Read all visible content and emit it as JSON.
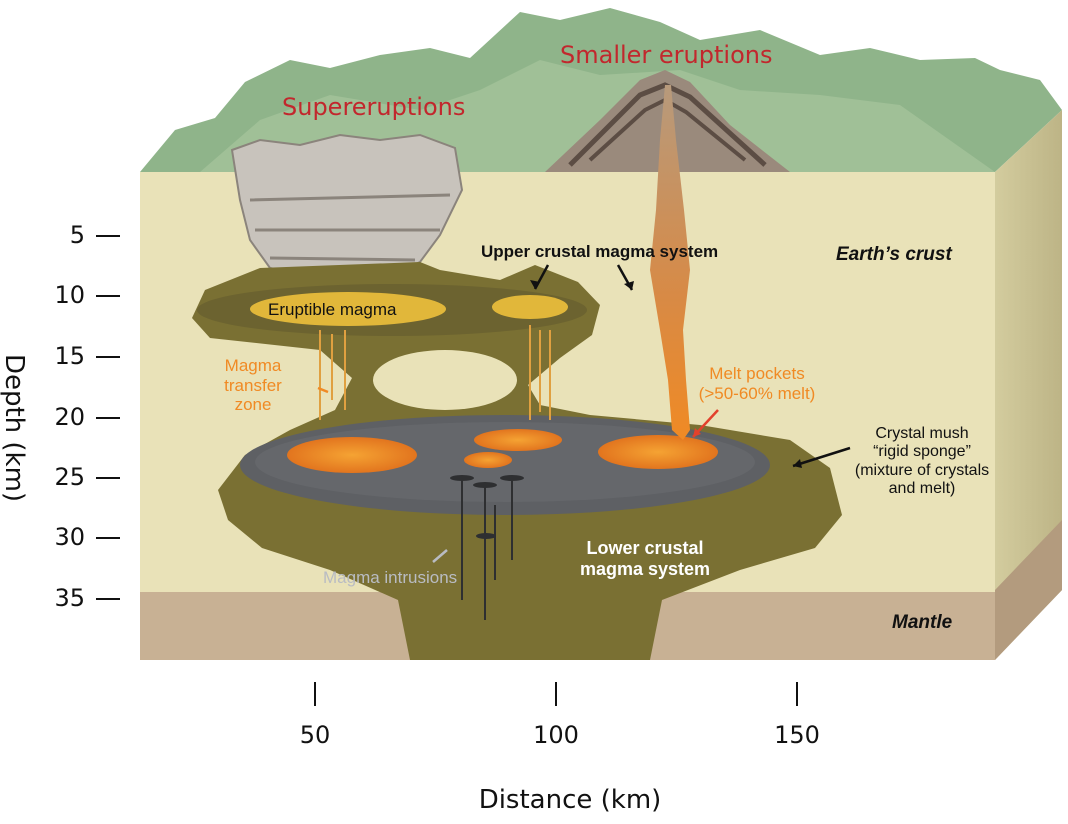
{
  "y_axis": {
    "title": "Depth (km)",
    "ticks": [
      "5",
      "10",
      "15",
      "20",
      "25",
      "30",
      "35"
    ]
  },
  "x_axis": {
    "title": "Distance (km)",
    "ticks": [
      "50",
      "100",
      "150"
    ]
  },
  "labels": {
    "supereruptions": "Supereruptions",
    "smaller_eruptions": "Smaller eruptions",
    "upper_crustal": "Upper crustal magma system",
    "earths_crust": "Earth’s crust",
    "eruptible_magma": "Eruptible magma",
    "magma_transfer_1": "Magma",
    "magma_transfer_2": "transfer",
    "magma_transfer_3": "zone",
    "melt_pockets_1": "Melt pockets",
    "melt_pockets_2": "(>50-60% melt)",
    "crystal_mush_1": "Crystal mush",
    "crystal_mush_2": "“rigid sponge”",
    "crystal_mush_3": "(mixture of crystals",
    "crystal_mush_4": "and melt)",
    "lower_crustal_1": "Lower crustal",
    "lower_crustal_2": "magma system",
    "magma_intrusions": "Magma intrusions",
    "mantle": "Mantle"
  },
  "colors": {
    "crust": "#e9e2b8",
    "mountains": "#8fb48a",
    "mantle": "#c8b194",
    "mush": "#7a7033",
    "magma_chamber": "#5e6064",
    "melt": "#f08a24",
    "title_red": "#c2272d"
  }
}
